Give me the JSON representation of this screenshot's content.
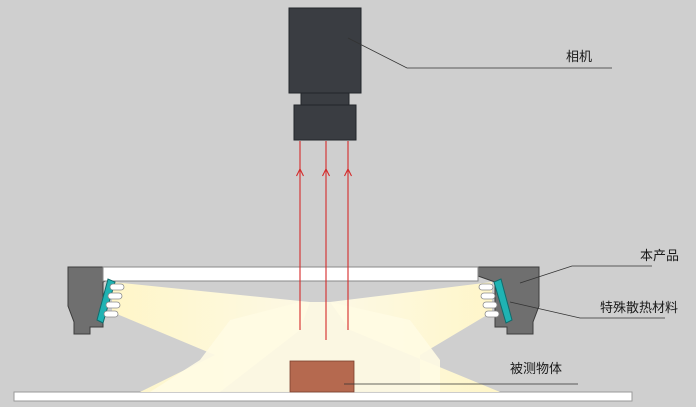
{
  "labels": {
    "camera": "相机",
    "product": "本产品",
    "heat_sink": "特殊散热材料",
    "object": "被测物体"
  },
  "colors": {
    "background": "#cfcfcf",
    "camera_body": "#3a3d42",
    "housing": "#6f6f6f",
    "housing_stroke": "#3c3c3c",
    "diffuser": "#ffffff",
    "light": "#fff3c4",
    "heat_sink": "#1fb3b3",
    "led": "#ffffff",
    "ray": "#d42a2a",
    "object": "#b5694f",
    "base": "#ffffff",
    "leader_line": "#333333"
  }
}
